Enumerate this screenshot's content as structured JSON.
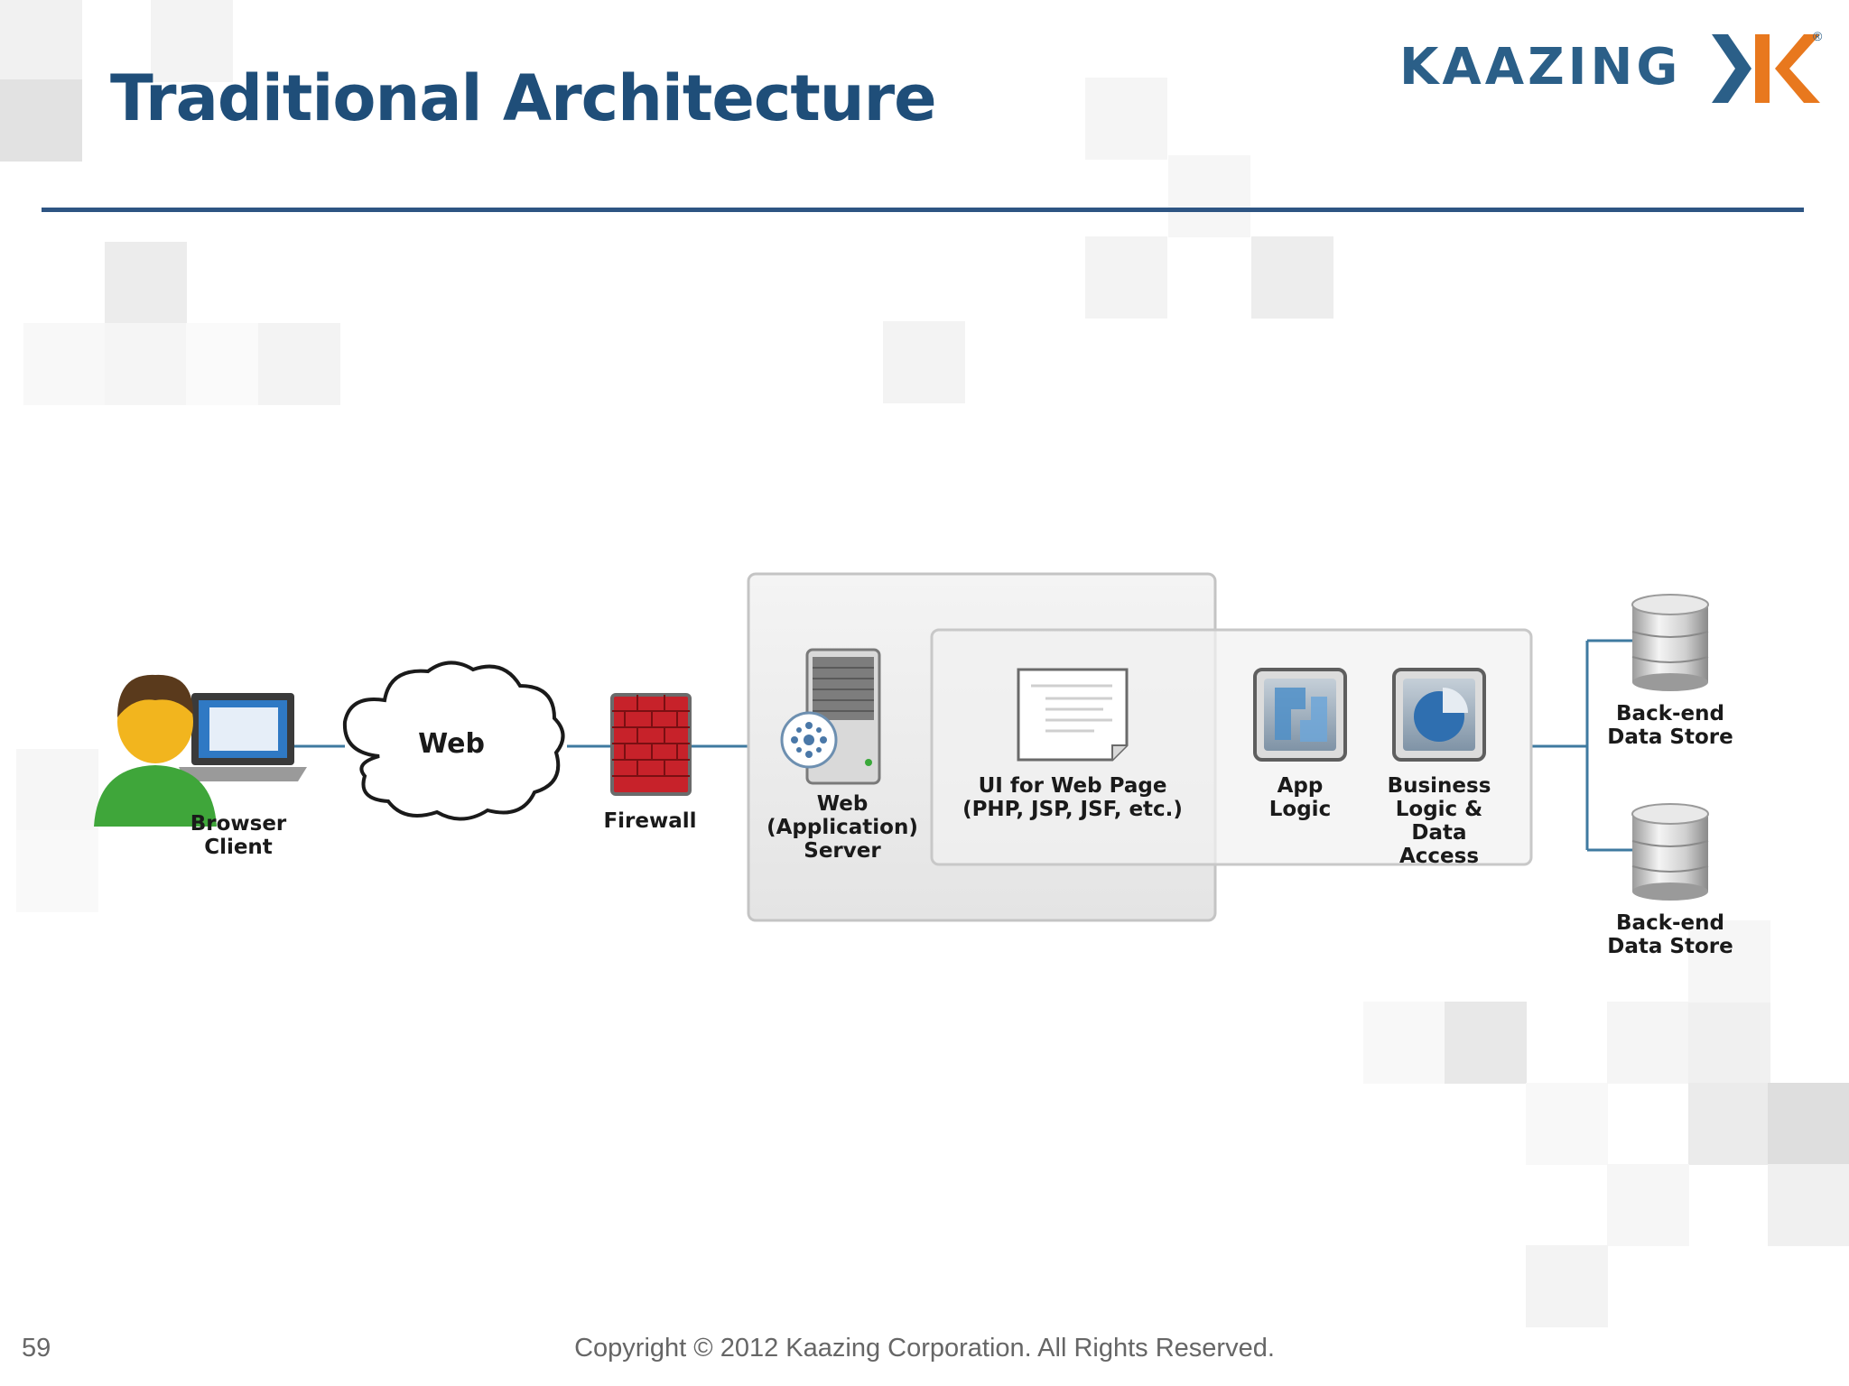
{
  "slide": {
    "title": "Traditional Architecture",
    "page_number": "59",
    "copyright": "Copyright © 2012 Kaazing Corporation. All Rights Reserved.",
    "logo_text": "KAAZING",
    "logo_mark": "®"
  },
  "colors": {
    "title": "#1f4e79",
    "rule": "#2e5583",
    "logo_blue": "#2b5f88",
    "logo_orange": "#e8781e",
    "connector": "#3f7aa0",
    "panel": "#ececec"
  },
  "diagram": {
    "nodes": [
      {
        "id": "browser-client",
        "label": "Browser\nClient",
        "icon": "user-laptop-icon"
      },
      {
        "id": "web",
        "label": "Web",
        "icon": "cloud-icon"
      },
      {
        "id": "firewall",
        "label": "Firewall",
        "icon": "brick-wall-icon"
      },
      {
        "id": "web-app-server",
        "label": "Web\n(Application)\nServer",
        "icon": "server-tower-icon"
      },
      {
        "id": "ui-web-page",
        "label": "UI for Web Page\n(PHP, JSP, JSF, etc.)",
        "icon": "document-icon"
      },
      {
        "id": "app-logic",
        "label": "App\nLogic",
        "icon": "puzzle-tile-icon"
      },
      {
        "id": "business-logic",
        "label": "Business\nLogic & Data\nAccess",
        "icon": "pie-chart-tile-icon"
      },
      {
        "id": "datastore-1",
        "label": "Back-end\nData Store",
        "icon": "database-icon"
      },
      {
        "id": "datastore-2",
        "label": "Back-end\nData Store",
        "icon": "database-icon"
      }
    ]
  }
}
